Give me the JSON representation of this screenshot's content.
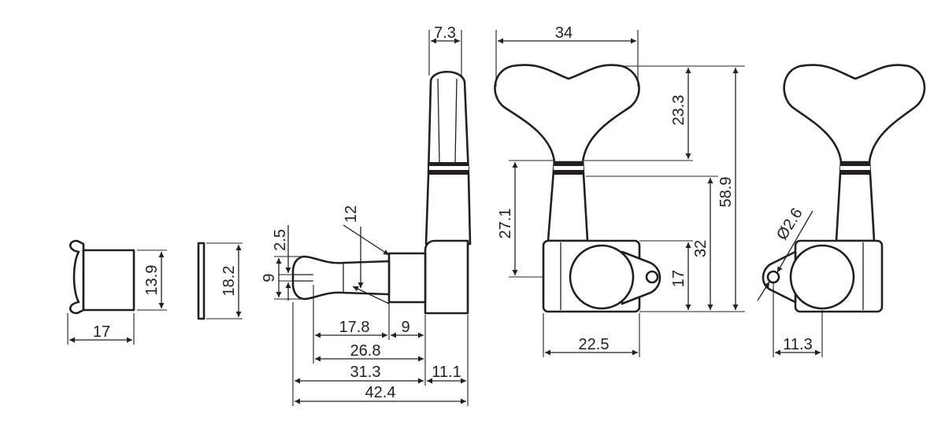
{
  "colors": {
    "line": "#231f20",
    "background": "#ffffff"
  },
  "dimensions": {
    "bushing": {
      "width": "17",
      "height": "13.9"
    },
    "washer": {
      "height": "18.2"
    },
    "side": {
      "post_dia": "12",
      "slot": "2.5",
      "post_top": "9",
      "d_17_8": "17.8",
      "d_9": "9",
      "d_26_8": "26.8",
      "d_31_3": "31.3",
      "d_11_1": "11.1",
      "d_42_4": "42.4",
      "key_width": "7.3"
    },
    "front": {
      "key_width": "34",
      "key_height": "23.3",
      "d_27_1": "27.1",
      "total_height": "58.9",
      "d_32": "32",
      "d_17": "17",
      "base_width": "22.5"
    },
    "back": {
      "hole_dia": "Ø2.6",
      "d_11_3": "11.3"
    }
  }
}
